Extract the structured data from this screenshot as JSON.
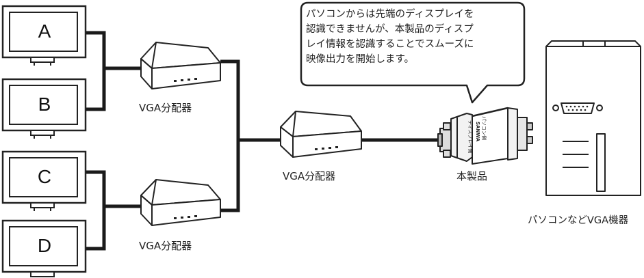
{
  "monitors": [
    {
      "letter": "A"
    },
    {
      "letter": "B"
    },
    {
      "letter": "C"
    },
    {
      "letter": "D"
    }
  ],
  "splitter_label": "VGA分配器",
  "adapter_label": "本製品",
  "pc_label": "パソコンなどVGA機器",
  "adapter_print": {
    "line1": "パソコン側",
    "line2": "SANWA",
    "line3": "ディスプレイ側"
  },
  "callout": {
    "lines": [
      "パソコンからは先端のディスプレイを",
      "認識できませんが、本製品のディスプ",
      "レイ情報を認識することでスムーズに",
      "映像出力を開始します。"
    ]
  },
  "colors": {
    "cable": "#1a1a1a",
    "outline": "#222222",
    "fill": "#ffffff"
  }
}
